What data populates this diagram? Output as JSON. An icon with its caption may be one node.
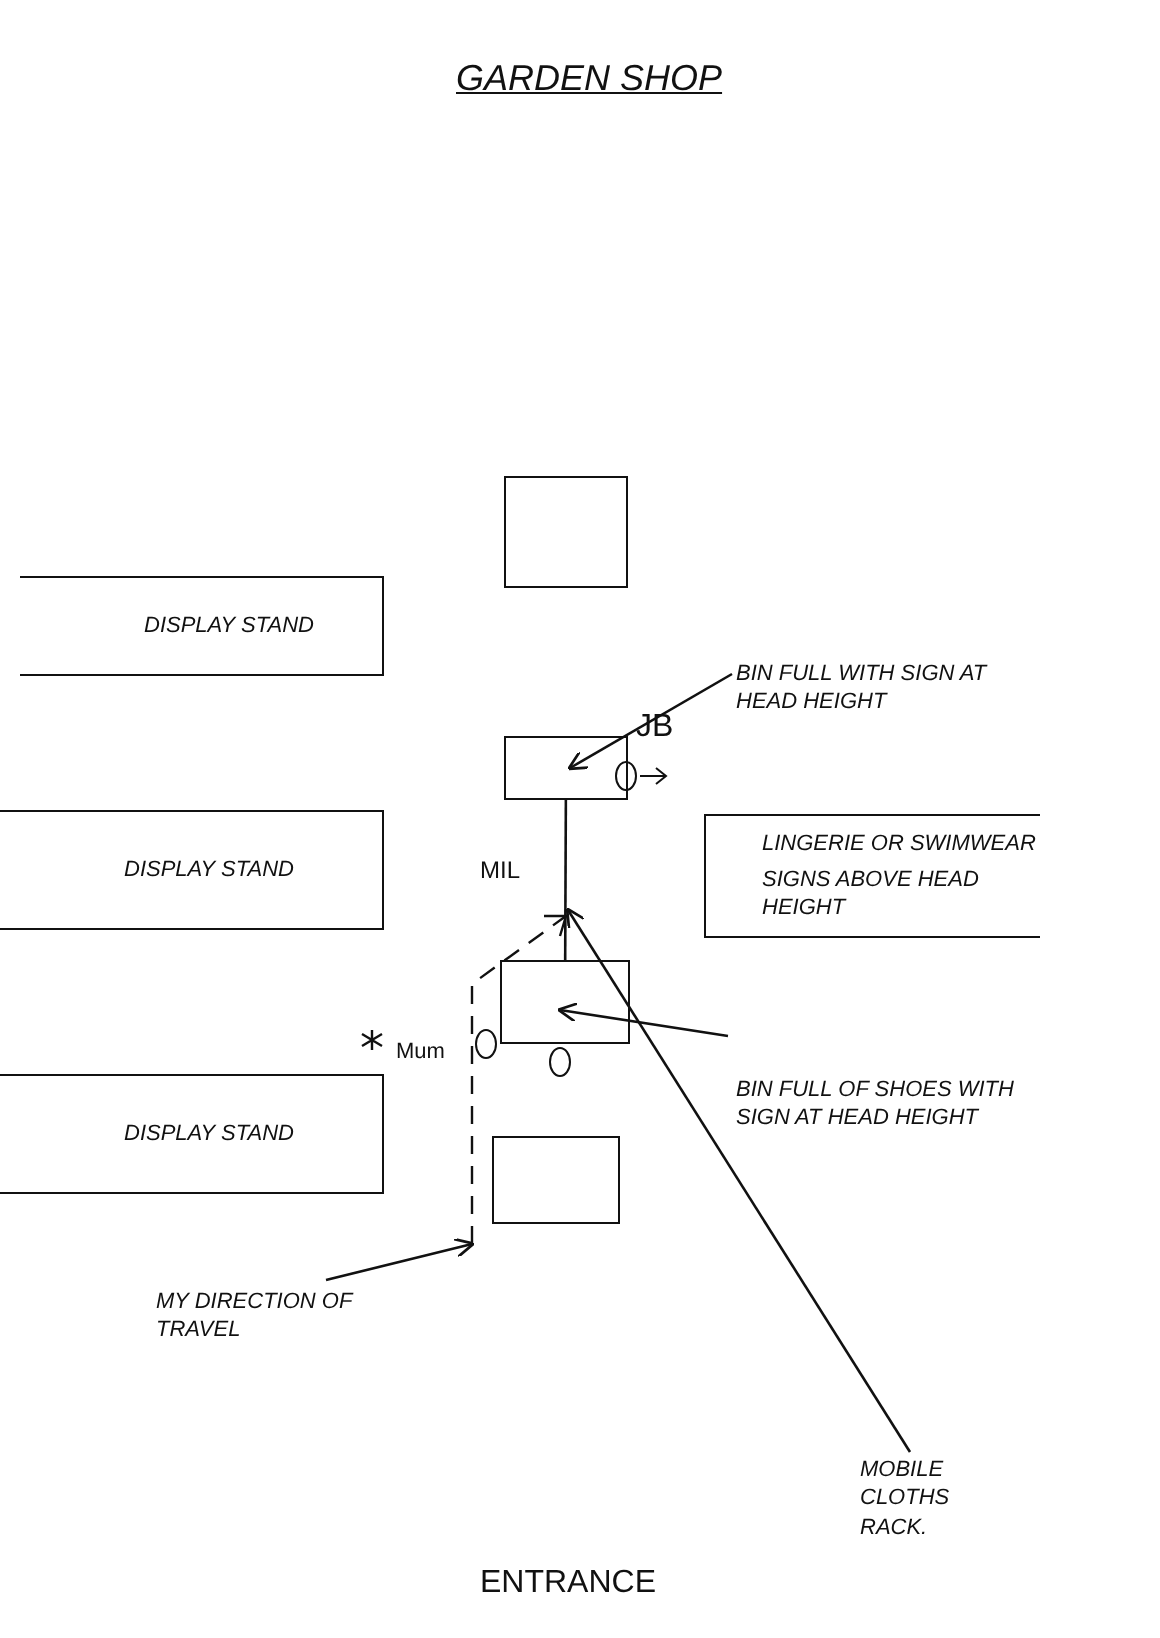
{
  "diagram": {
    "title": "GARDEN SHOP",
    "nodes": [
      {
        "text": [],
        "shape": "box"
      },
      {
        "text": [
          "DISPLAY STAND"
        ]
      },
      {
        "text": [],
        "shape": "box"
      },
      {
        "text": [
          "BIN FULL WITH SIGN AT HEAD HEIGHT"
        ]
      },
      {
        "text": [
          "DISPLAY STAND"
        ]
      },
      {
        "text": [
          "LINGERIE OR SWIMWEAR",
          "SIGNS ABOVE HEAD HEIGHT"
        ]
      },
      {
        "text": [],
        "shape": "box"
      },
      {
        "text": [
          "BIN FULL OF SHOES WITH SIGN AT HEAD HEIGHT"
        ]
      },
      {
        "text": [
          "DISPLAY STAND"
        ]
      },
      {
        "text": [],
        "shape": "box"
      },
      {
        "text": [
          "MY DIRECTION OF TRAVEL"
        ]
      },
      {
        "text": [
          "MOBILE CLOTHS RACK."
        ]
      },
      {
        "text": [],
        "shape": "line"
      }
    ],
    "edges": [
      {
        "from": 3,
        "to": 2,
        "arrow": "to"
      },
      {
        "from": 7,
        "to": 6,
        "arrow": "to"
      },
      {
        "from": 2,
        "to": 6,
        "arrow": "none"
      },
      {
        "from": 10,
        "to": 12,
        "arrow": "to"
      },
      {
        "from": 11,
        "to": 12,
        "arrow": "to"
      }
    ],
    "labels": [
      "JB",
      "MIL",
      "Mum",
      "ENTRANCE"
    ]
  }
}
